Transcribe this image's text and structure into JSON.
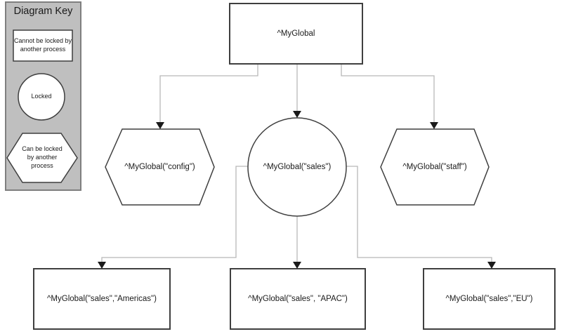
{
  "key_panel": {
    "title": "Diagram Key",
    "items": [
      {
        "shape": "rectangle",
        "label": "Cannot be locked by another process"
      },
      {
        "shape": "circle",
        "label": "Locked"
      },
      {
        "shape": "hexagon",
        "label": "Can be locked by another process"
      }
    ]
  },
  "diagram": {
    "root": {
      "shape": "rectangle",
      "label": "^MyGlobal"
    },
    "level1": [
      {
        "shape": "hexagon",
        "label": "^MyGlobal(\"config\")"
      },
      {
        "shape": "circle",
        "label": "^MyGlobal(\"sales\")"
      },
      {
        "shape": "hexagon",
        "label": "^MyGlobal(\"staff\")"
      }
    ],
    "level2": [
      {
        "shape": "rectangle",
        "label": "^MyGlobal(\"sales\",\"Americas\")"
      },
      {
        "shape": "rectangle",
        "label": "^MyGlobal(\"sales\", \"APAC\")"
      },
      {
        "shape": "rectangle",
        "label": "^MyGlobal(\"sales\",\"EU\")"
      }
    ]
  },
  "colors": {
    "panel_fill": "#bfbfbf",
    "panel_border": "#7f7f7f",
    "shape_stroke": "#3f3f3f",
    "shape_fill": "#ffffff",
    "connector": "#b8b8b8",
    "arrowhead": "#1a1a1a"
  }
}
